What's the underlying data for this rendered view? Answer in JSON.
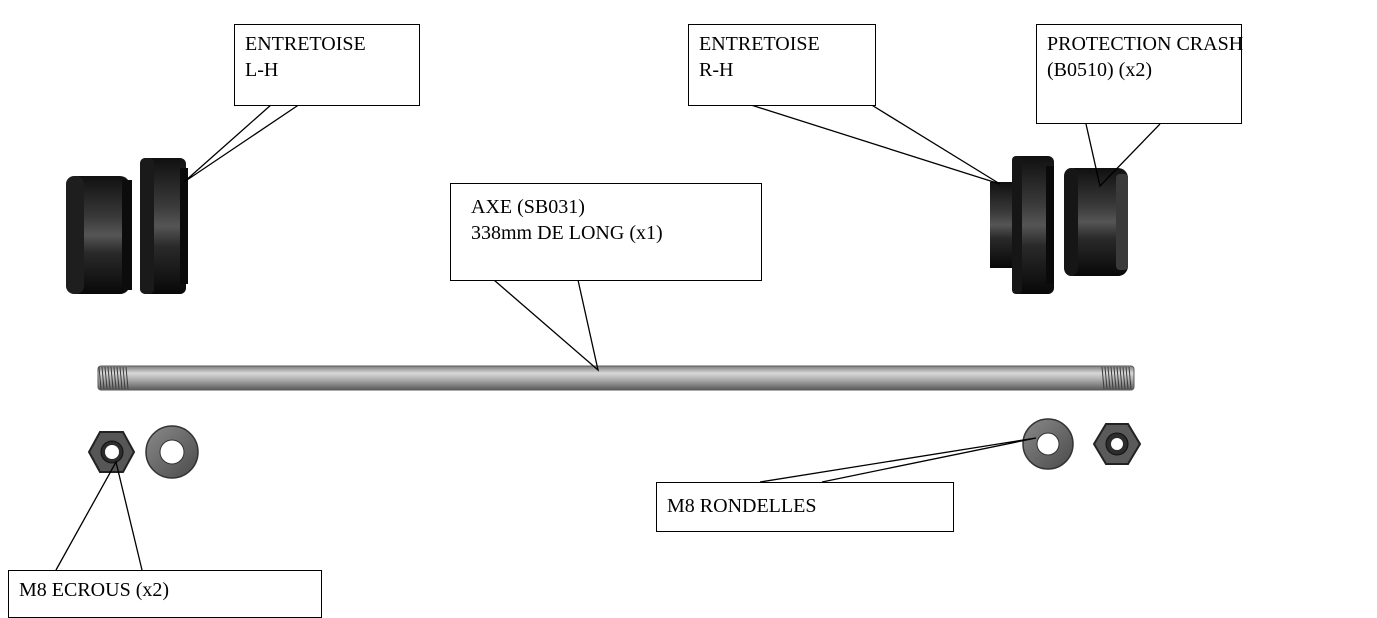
{
  "colors": {
    "part_dark": "#141414",
    "part_mid": "#2e2e2e",
    "part_highlight": "#5a5a5a",
    "axle": "#a8a8a8",
    "axle_light": "#d4d4d4",
    "washer": "#6e6e6e",
    "leader_line": "#000000"
  },
  "labels": {
    "spacer_left": {
      "line1": "ENTRETOISE",
      "line2": "L-H"
    },
    "spacer_right": {
      "line1": "ENTRETOISE",
      "line2": "R-H"
    },
    "crash_protection": {
      "line1": "PROTECTION CRASH",
      "line2": "(B0510) (x2)"
    },
    "axle": {
      "line1": "AXE (SB031)",
      "line2": "338mm DE LONG (x1)"
    },
    "washers": {
      "line1": "M8 RONDELLES"
    },
    "nuts": {
      "line1": "M8 ECROUS (x2)"
    }
  },
  "parts": [
    {
      "id": "crash-protector-left",
      "icon": "cylinder"
    },
    {
      "id": "spacer-left",
      "icon": "cylinder"
    },
    {
      "id": "spacer-right",
      "icon": "cylinder"
    },
    {
      "id": "crash-protector-right",
      "icon": "cylinder"
    },
    {
      "id": "axle",
      "icon": "threaded-rod"
    },
    {
      "id": "nut-left",
      "icon": "hex-nut"
    },
    {
      "id": "washer-left",
      "icon": "washer"
    },
    {
      "id": "washer-right",
      "icon": "washer"
    },
    {
      "id": "nut-right",
      "icon": "hex-nut"
    }
  ]
}
